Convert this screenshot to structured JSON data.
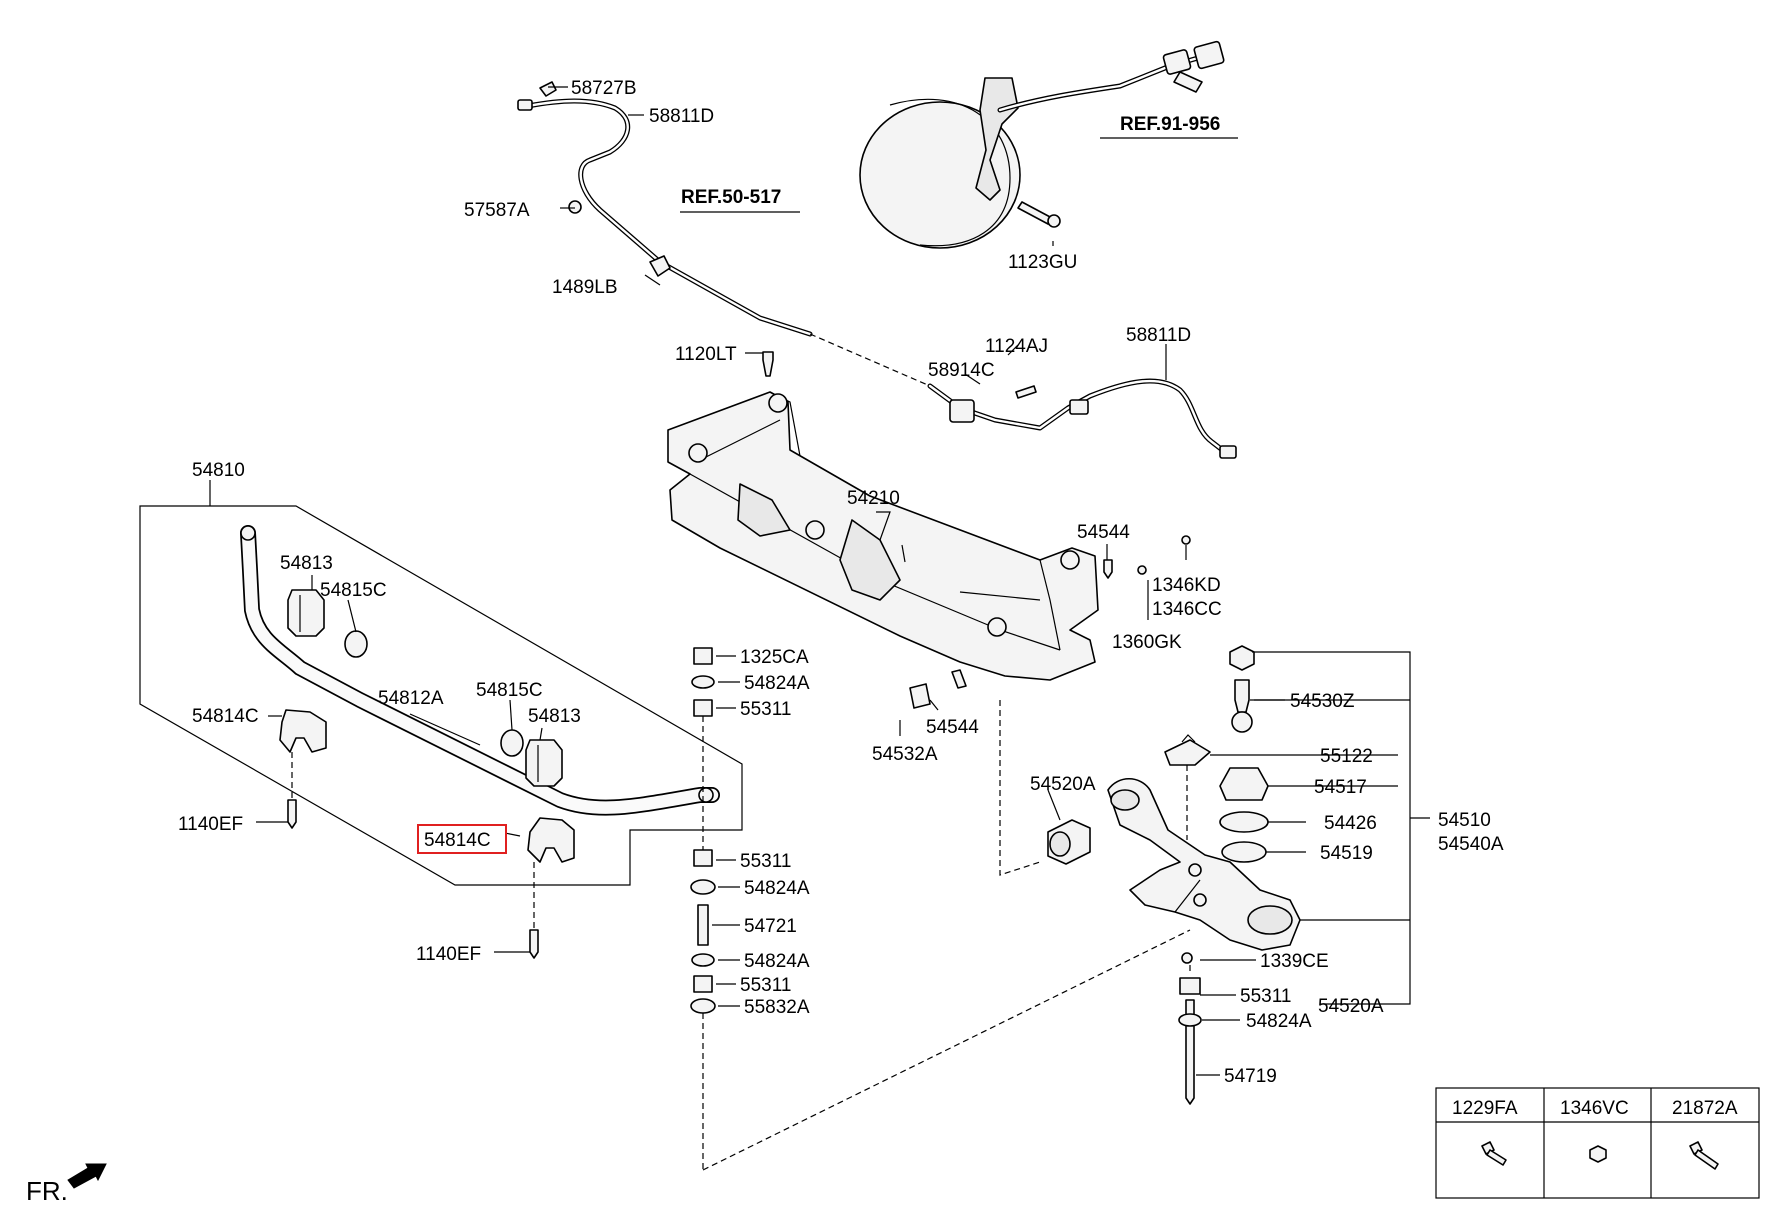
{
  "callouts": {
    "c58727B": "58727B",
    "c58811D_top": "58811D",
    "c57587A": "57587A",
    "cREF50517": "REF.50-517",
    "c1489LB": "1489LB",
    "cREF91956": "REF.91-956",
    "c1123GU": "1123GU",
    "c1120LT": "1120LT",
    "c1124AJ": "1124AJ",
    "c58914C": "58914C",
    "c58811D_right": "58811D",
    "c54210": "54210",
    "c54544_top": "54544",
    "c1346KD": "1346KD",
    "c1346CC": "1346CC",
    "c1360GK": "1360GK",
    "c54810": "54810",
    "c54813_top": "54813",
    "c54815C_top": "54815C",
    "c54812A": "54812A",
    "c54815C_mid": "54815C",
    "c54813_mid": "54813",
    "c54814C_left": "54814C",
    "c54814C_selected": "54814C",
    "c1140EF_left": "1140EF",
    "c1140EF_bottom": "1140EF",
    "c1325CA": "1325CA",
    "c54824A_1": "54824A",
    "c55311_1": "55311",
    "c55311_2": "55311",
    "c54824A_2": "54824A",
    "c54721": "54721",
    "c54824A_3": "54824A",
    "c55311_3": "55311",
    "c55832A": "55832A",
    "c54544_bottom": "54544",
    "c54532A": "54532A",
    "c54520A_top": "54520A",
    "c54530Z": "54530Z",
    "c55122": "55122",
    "c54517": "54517",
    "c54426": "54426",
    "c54519": "54519",
    "c54510": "54510",
    "c54540A": "54540A",
    "c1339CE": "1339CE",
    "c55311_4": "55311",
    "c54824A_4": "54824A",
    "c54520A_bottom": "54520A",
    "c54719": "54719"
  },
  "legend": {
    "headers": [
      "1229FA",
      "1346VC",
      "21872A"
    ]
  },
  "front_label": "FR.",
  "colors": {
    "line": "#000000",
    "highlight": "#e02020",
    "background": "#ffffff"
  }
}
